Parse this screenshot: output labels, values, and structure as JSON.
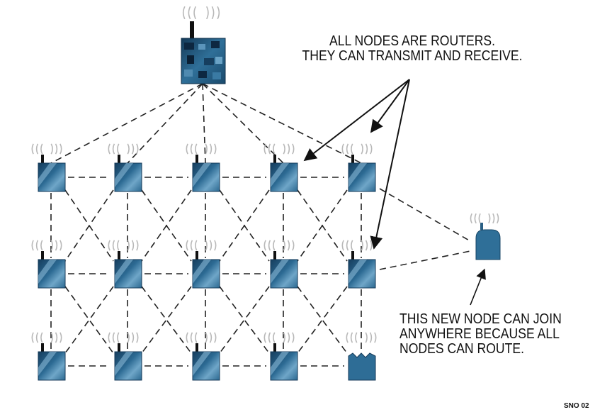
{
  "callouts": {
    "routers": {
      "line1": "ALL NODES ARE ROUTERS.",
      "line2": "THEY CAN TRANSMIT AND RECEIVE."
    },
    "new_node": {
      "line1": "THIS NEW NODE CAN JOIN",
      "line2": "ANYWHERE BECAUSE ALL",
      "line3": "NODES CAN ROUTE."
    }
  },
  "figure_id": "SNO 02",
  "colors": {
    "node_dark": "#1e4f73",
    "node_light": "#7fb2d0",
    "link": "#222222",
    "arrow": "#111111",
    "signal": "#b8b8b8"
  },
  "icons": {
    "gateway": "gateway-router-icon",
    "node": "mesh-node-icon",
    "new_node": "new-node-icon",
    "signal": "wireless-signal-icon"
  },
  "mesh": {
    "rows": 3,
    "cols": 5,
    "new_node_count": 1,
    "gateway_count": 1
  }
}
